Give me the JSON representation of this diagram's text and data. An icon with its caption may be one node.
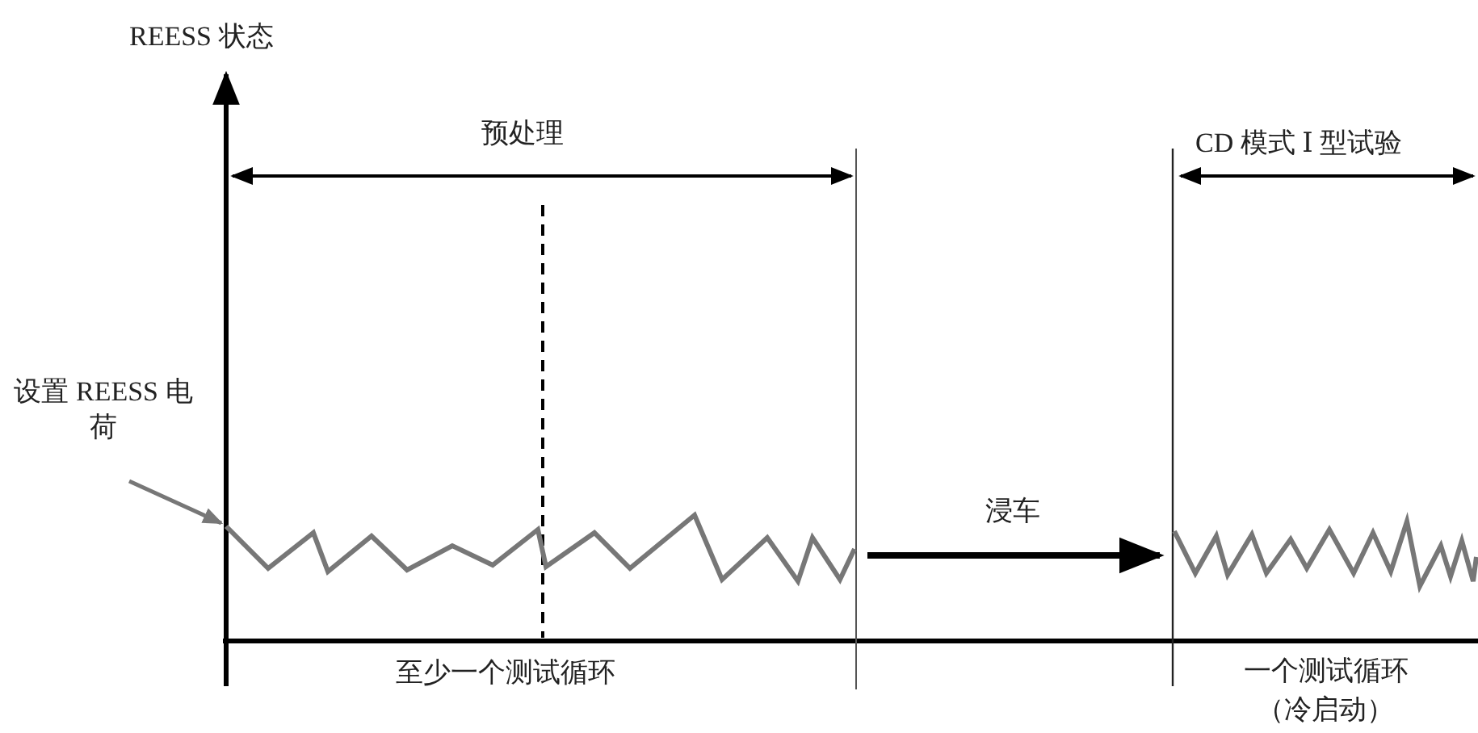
{
  "diagram": {
    "nodes": [
      {
        "text": [
          "设置 REESS 电荷"
        ]
      },
      {
        "text": [],
        "shape": "line"
      }
    ],
    "edges": [
      {
        "from": 0,
        "to": 1,
        "arrow": "to"
      }
    ],
    "labels": [
      "REESS 状态",
      "预处理",
      "CD 模式 Ⅰ 型试验",
      "浸车",
      "至少一个测试循环",
      "一个测试循环",
      "（冷启动）"
    ]
  }
}
